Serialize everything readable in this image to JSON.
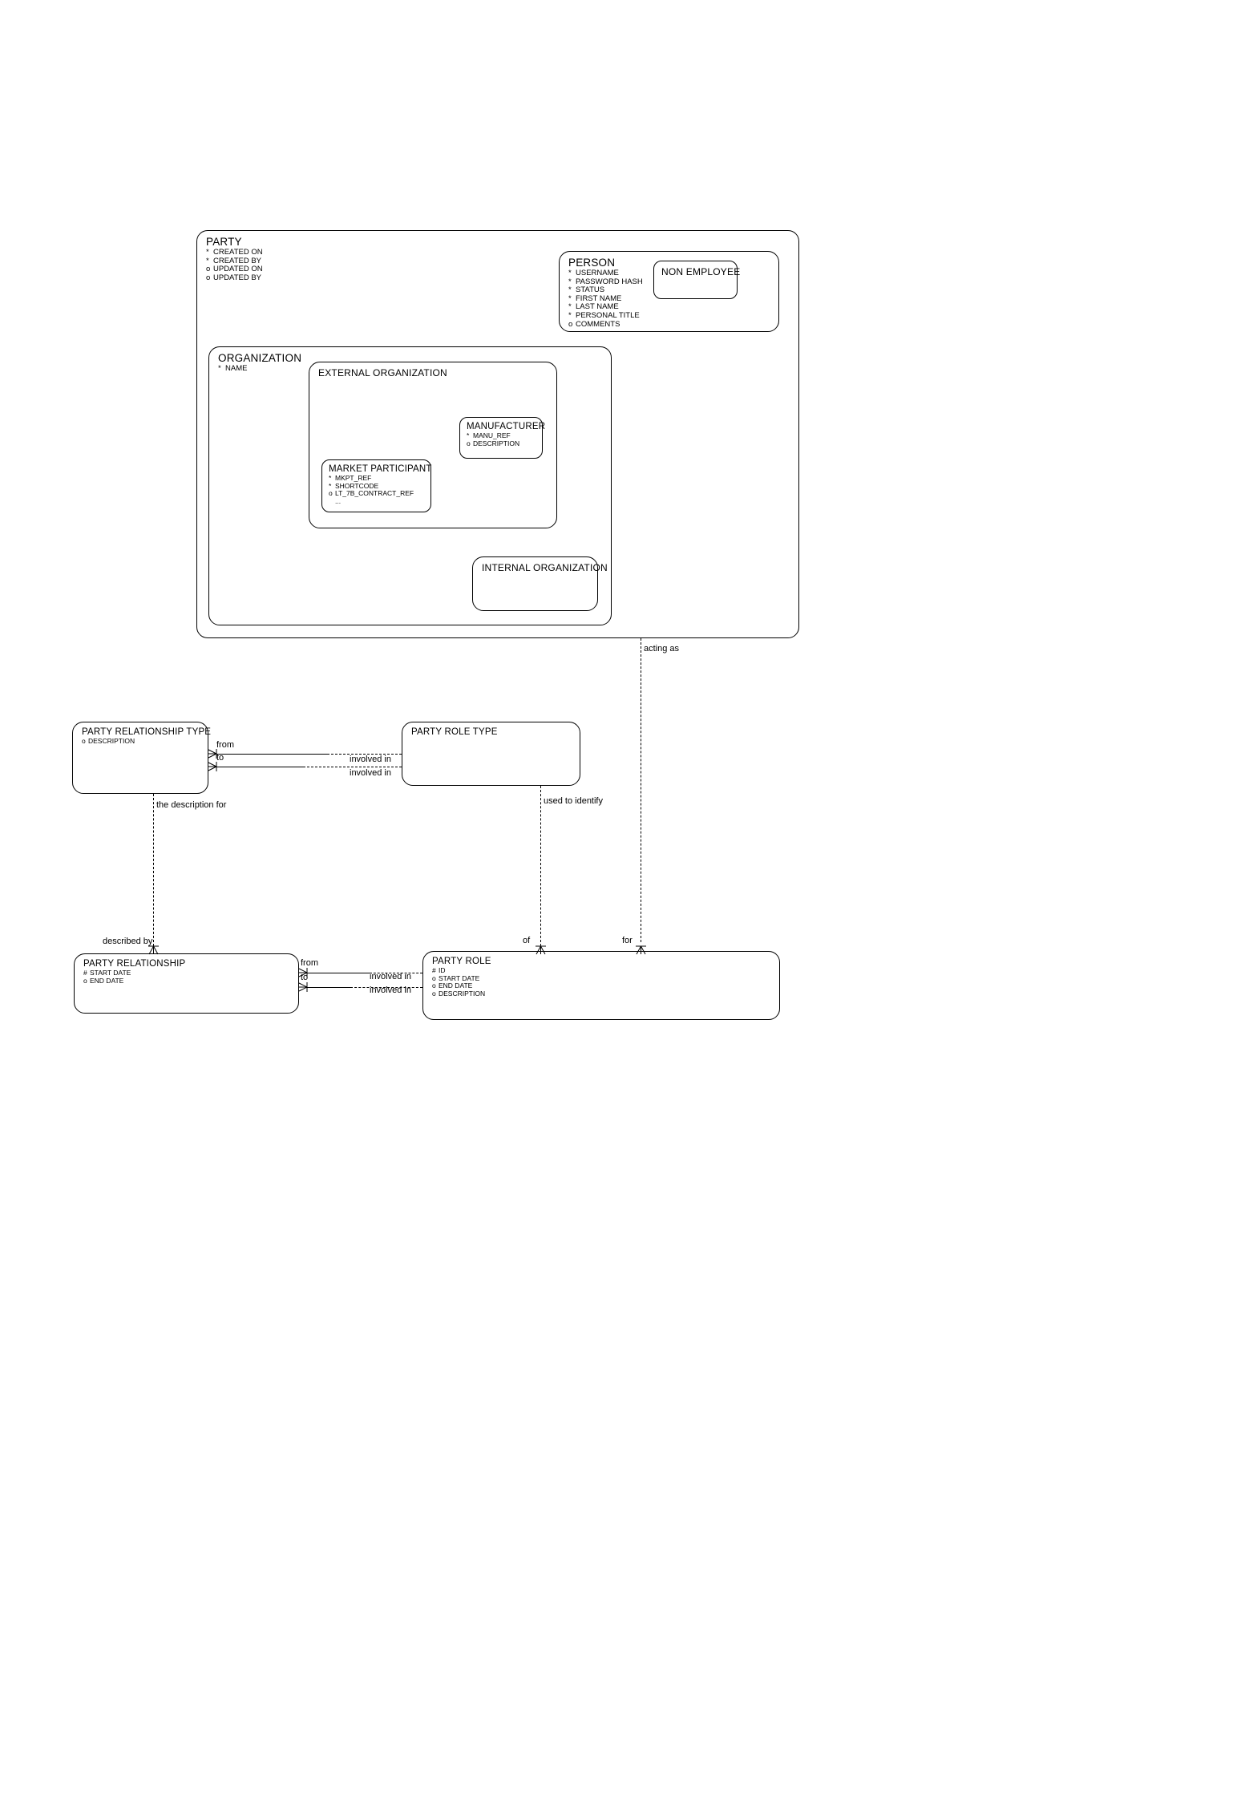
{
  "diagram": {
    "kind": "entity-relationship-diagram",
    "notation": "barker",
    "legend": {
      "mandatory_mark": "*",
      "optional_mark": "o",
      "primary_key_mark": "#",
      "more_attributes_mark": "..."
    }
  },
  "entities": {
    "party": {
      "title": "PARTY",
      "attributes": [
        {
          "mark": "*",
          "name": "CREATED ON"
        },
        {
          "mark": "*",
          "name": "CREATED BY"
        },
        {
          "mark": "o",
          "name": "UPDATED ON"
        },
        {
          "mark": "o",
          "name": "UPDATED BY"
        }
      ]
    },
    "person": {
      "title": "PERSON",
      "attributes": [
        {
          "mark": "*",
          "name": "USERNAME"
        },
        {
          "mark": "*",
          "name": "PASSWORD HASH"
        },
        {
          "mark": "*",
          "name": "STATUS"
        },
        {
          "mark": "*",
          "name": "FIRST NAME"
        },
        {
          "mark": "*",
          "name": "LAST NAME"
        },
        {
          "mark": "*",
          "name": "PERSONAL TITLE"
        },
        {
          "mark": "o",
          "name": "COMMENTS"
        }
      ]
    },
    "non_employee": {
      "title": "NON EMPLOYEE",
      "attributes": []
    },
    "organization": {
      "title": "ORGANIZATION",
      "attributes": [
        {
          "mark": "*",
          "name": "NAME"
        }
      ]
    },
    "external_organization": {
      "title": "EXTERNAL ORGANIZATION",
      "attributes": []
    },
    "manufacturer": {
      "title": "MANUFACTURER",
      "attributes": [
        {
          "mark": "*",
          "name": "MANU_REF"
        },
        {
          "mark": "o",
          "name": "DESCRIPTION"
        }
      ]
    },
    "market_participant": {
      "title": "MARKET PARTICIPANT",
      "attributes": [
        {
          "mark": "*",
          "name": "MKPT_REF"
        },
        {
          "mark": "*",
          "name": "SHORTCODE"
        },
        {
          "mark": "o",
          "name": "LT_7B_CONTRACT_REF"
        },
        {
          "mark": "",
          "name": "..."
        }
      ]
    },
    "internal_organization": {
      "title": "INTERNAL ORGANIZATION",
      "attributes": []
    },
    "party_relationship_type": {
      "title": "PARTY RELATIONSHIP TYPE",
      "attributes": [
        {
          "mark": "o",
          "name": "DESCRIPTION"
        }
      ]
    },
    "party_role_type": {
      "title": "PARTY ROLE TYPE",
      "attributes": []
    },
    "party_relationship": {
      "title": "PARTY RELATIONSHIP",
      "attributes": [
        {
          "mark": "#",
          "name": "START DATE"
        },
        {
          "mark": "o",
          "name": "END DATE"
        }
      ]
    },
    "party_role": {
      "title": "PARTY ROLE",
      "attributes": [
        {
          "mark": "#",
          "name": "ID"
        },
        {
          "mark": "o",
          "name": "START DATE"
        },
        {
          "mark": "o",
          "name": "END DATE"
        },
        {
          "mark": "o",
          "name": "DESCRIPTION"
        }
      ]
    }
  },
  "relationships": {
    "acting_as": {
      "label": "acting as"
    },
    "prt_from": {
      "label": "from"
    },
    "prt_to": {
      "label": "to"
    },
    "prt_involved_in_1": {
      "label": "involved in"
    },
    "prt_involved_in_2": {
      "label": "involved in"
    },
    "the_description_for": {
      "label": "the description for"
    },
    "used_to_identify": {
      "label": "used to identify"
    },
    "described_by": {
      "label": "described by"
    },
    "pr_from": {
      "label": "from"
    },
    "pr_to": {
      "label": "to"
    },
    "pr_involved_in_1": {
      "label": "involved in"
    },
    "pr_involved_in_2": {
      "label": "involved in"
    },
    "of": {
      "label": "of"
    },
    "for": {
      "label": "for"
    }
  },
  "colors": {
    "stroke": "#000000",
    "background": "#ffffff",
    "text": "#000000"
  }
}
